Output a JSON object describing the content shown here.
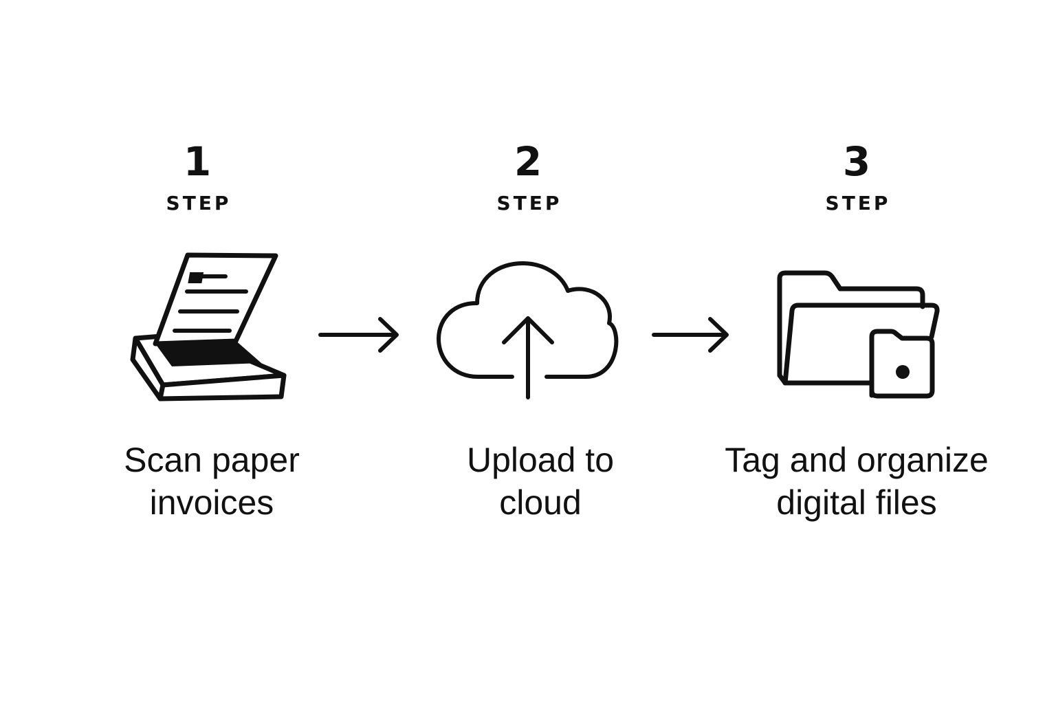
{
  "steps": [
    {
      "number": "1",
      "label": "STEP",
      "caption_line1": "Scan paper",
      "caption_line2": "invoices",
      "icon": "scanner-icon"
    },
    {
      "number": "2",
      "label": "STEP",
      "caption_line1": "Upload to",
      "caption_line2": "cloud",
      "icon": "cloud-upload-icon"
    },
    {
      "number": "3",
      "label": "STEP",
      "caption_line1": "Tag and organize",
      "caption_line2": "digital files",
      "icon": "folder-icon"
    }
  ],
  "connectors": [
    "arrow-right-icon",
    "arrow-right-icon"
  ],
  "colors": {
    "ink": "#111111",
    "background": "#ffffff"
  }
}
